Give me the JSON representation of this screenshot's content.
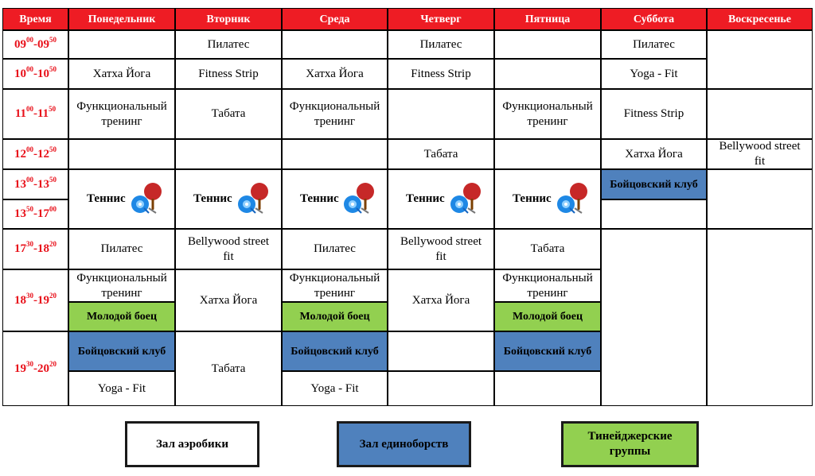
{
  "headers": [
    "Время",
    "Понедельник",
    "Вторник",
    "Среда",
    "Четверг",
    "Пятница",
    "Суббота",
    "Воскресенье"
  ],
  "time_slots": [
    [
      "09",
      "00",
      "-",
      "09",
      "50"
    ],
    [
      "10",
      "00",
      "-",
      "10",
      "50"
    ],
    [
      "11",
      "00",
      "-",
      "11",
      "50"
    ],
    [
      "12",
      "00",
      "-",
      "12",
      "50"
    ],
    [
      "13",
      "00",
      "-",
      "13",
      "50"
    ],
    [
      "13",
      "50",
      "-",
      "17",
      "00"
    ],
    [
      "17",
      "30",
      "-",
      "18",
      "20"
    ],
    [
      "18",
      "30",
      "-",
      "19",
      "20"
    ],
    [
      "19",
      "30",
      "-",
      "20",
      "20"
    ]
  ],
  "days": [
    [
      {
        "row": 0,
        "span": 1,
        "type": "white",
        "text": ""
      },
      {
        "row": 1,
        "span": 1,
        "type": "white",
        "text": "Хатха Йога"
      },
      {
        "row": 2,
        "span": 1,
        "type": "white",
        "text": "Функциональный\nтренинг"
      },
      {
        "row": 3,
        "span": 1,
        "type": "white",
        "text": ""
      },
      {
        "row": 4,
        "span": 2,
        "type": "tennis",
        "text": "Теннис",
        "icon": "table-tennis-icon"
      },
      {
        "row": 6,
        "span": 1,
        "type": "white",
        "text": "Пилатес"
      },
      {
        "row": 7,
        "part": "top",
        "type": "white",
        "text": "Функциональный\nтренинг"
      },
      {
        "row": 7,
        "part": "bottom",
        "type": "green",
        "text": "Молодой боец"
      },
      {
        "row": 8,
        "part": "top",
        "type": "blue",
        "text": "Бойцовский клуб"
      },
      {
        "row": 8,
        "part": "bottom",
        "type": "white",
        "text": "Yoga - Fit"
      }
    ],
    [
      {
        "row": 0,
        "span": 1,
        "type": "white",
        "text": "Пилатес"
      },
      {
        "row": 1,
        "span": 1,
        "type": "white",
        "text": "Fitness Strip"
      },
      {
        "row": 2,
        "span": 1,
        "type": "white",
        "text": "Табата"
      },
      {
        "row": 3,
        "span": 1,
        "type": "white",
        "text": ""
      },
      {
        "row": 4,
        "span": 2,
        "type": "tennis",
        "text": "Теннис",
        "icon": "table-tennis-icon"
      },
      {
        "row": 6,
        "span": 1,
        "type": "white",
        "text": "Bellywood street\nfit"
      },
      {
        "row": 7,
        "span": 1,
        "type": "white",
        "text": "Хатха Йога"
      },
      {
        "row": 8,
        "span": 1,
        "type": "white",
        "text": "Табата"
      }
    ],
    [
      {
        "row": 0,
        "span": 1,
        "type": "white",
        "text": ""
      },
      {
        "row": 1,
        "span": 1,
        "type": "white",
        "text": "Хатха Йога"
      },
      {
        "row": 2,
        "span": 1,
        "type": "white",
        "text": "Функциональный\nтренинг"
      },
      {
        "row": 3,
        "span": 1,
        "type": "white",
        "text": ""
      },
      {
        "row": 4,
        "span": 2,
        "type": "tennis",
        "text": "Теннис",
        "icon": "table-tennis-icon"
      },
      {
        "row": 6,
        "span": 1,
        "type": "white",
        "text": "Пилатес"
      },
      {
        "row": 7,
        "part": "top",
        "type": "white",
        "text": "Функциональный\nтренинг"
      },
      {
        "row": 7,
        "part": "bottom",
        "type": "green",
        "text": "Молодой боец"
      },
      {
        "row": 8,
        "part": "top",
        "type": "blue",
        "text": "Бойцовский клуб"
      },
      {
        "row": 8,
        "part": "bottom",
        "type": "white",
        "text": "Yoga - Fit"
      }
    ],
    [
      {
        "row": 0,
        "span": 1,
        "type": "white",
        "text": "Пилатес"
      },
      {
        "row": 1,
        "span": 1,
        "type": "white",
        "text": "Fitness Strip"
      },
      {
        "row": 2,
        "span": 1,
        "type": "white",
        "text": ""
      },
      {
        "row": 3,
        "span": 1,
        "type": "white",
        "text": "Табата"
      },
      {
        "row": 4,
        "span": 2,
        "type": "tennis",
        "text": "Теннис",
        "icon": "table-tennis-icon"
      },
      {
        "row": 6,
        "span": 1,
        "type": "white",
        "text": "Bellywood street\nfit"
      },
      {
        "row": 7,
        "span": 1,
        "type": "white",
        "text": "Хатха Йога"
      },
      {
        "row": 8,
        "part": "top",
        "type": "white",
        "text": ""
      },
      {
        "row": 8,
        "part": "bottom",
        "type": "white",
        "text": ""
      }
    ],
    [
      {
        "row": 0,
        "span": 1,
        "type": "white",
        "text": ""
      },
      {
        "row": 1,
        "span": 1,
        "type": "white",
        "text": ""
      },
      {
        "row": 2,
        "span": 1,
        "type": "white",
        "text": "Функциональный\nтренинг"
      },
      {
        "row": 3,
        "span": 1,
        "type": "white",
        "text": ""
      },
      {
        "row": 4,
        "span": 2,
        "type": "tennis",
        "text": "Теннис",
        "icon": "table-tennis-icon"
      },
      {
        "row": 6,
        "span": 1,
        "type": "white",
        "text": "Табата"
      },
      {
        "row": 7,
        "part": "top",
        "type": "white",
        "text": "Функциональный\nтренинг"
      },
      {
        "row": 7,
        "part": "bottom",
        "type": "green",
        "text": "Молодой боец"
      },
      {
        "row": 8,
        "part": "top",
        "type": "blue",
        "text": "Бойцовский клуб"
      },
      {
        "row": 8,
        "part": "bottom",
        "type": "white",
        "text": ""
      }
    ],
    [
      {
        "row": 0,
        "span": 1,
        "type": "white",
        "text": "Пилатес"
      },
      {
        "row": 1,
        "span": 1,
        "type": "white",
        "text": "Yoga - Fit"
      },
      {
        "row": 2,
        "span": 1,
        "type": "white",
        "text": "Fitness Strip"
      },
      {
        "row": 3,
        "span": 1,
        "type": "white",
        "text": "Хатха Йога"
      },
      {
        "row": 4,
        "part": "saturday-top",
        "type": "blue",
        "text": "Бойцовский клуб"
      },
      {
        "row": 4,
        "part": "saturday-bottom",
        "type": "white",
        "text": ""
      },
      {
        "row": 6,
        "span": 3,
        "type": "white",
        "text": ""
      }
    ],
    [
      {
        "row": 0,
        "span": 2,
        "type": "white",
        "text": ""
      },
      {
        "row": 2,
        "span": 1,
        "type": "white",
        "text": ""
      },
      {
        "row": 3,
        "span": 1,
        "type": "white",
        "text": "Bellywood street\nfit"
      },
      {
        "row": 4,
        "span": 2,
        "type": "white",
        "text": ""
      },
      {
        "row": 6,
        "span": 3,
        "type": "white",
        "text": ""
      }
    ]
  ],
  "legend": [
    {
      "label": "Зал аэробики",
      "type": "white"
    },
    {
      "label": "Зал единоборств",
      "type": "blue"
    },
    {
      "label": "Тинейджерские\nгруппы",
      "type": "green"
    }
  ],
  "colors": {
    "header": "#ee1c24",
    "time_text": "#e8101a",
    "blue": "#4f81bd",
    "green": "#92d050",
    "ball": "#1e88e5",
    "paddle": "#c62828"
  }
}
